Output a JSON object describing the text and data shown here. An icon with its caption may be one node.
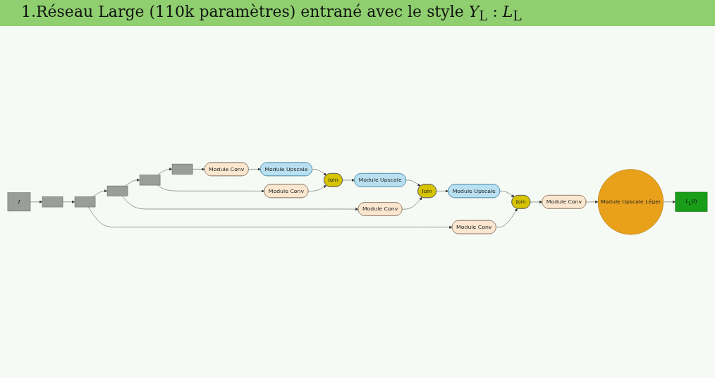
{
  "diagram": {
    "title": "1.Réseau Large (110k paramètres) entrané avec le style *Y*$_{L}$ : *L*$_{L}$",
    "nodes": [
      {
        "text": [
          "*I*"
        ]
      },
      {
        "text": [],
        "shape": "bar"
      },
      {
        "text": [],
        "shape": "bar"
      },
      {
        "text": [],
        "shape": "bar"
      },
      {
        "text": [],
        "shape": "bar"
      },
      {
        "text": [],
        "shape": "bar"
      },
      {
        "text": [
          "Module Conv"
        ]
      },
      {
        "text": [
          "Module Upscale"
        ]
      },
      {
        "text": [
          "Module Conv"
        ]
      },
      {
        "text": [
          "Join"
        ]
      },
      {
        "text": [
          "Module Upscale"
        ]
      },
      {
        "text": [
          "Module Conv"
        ]
      },
      {
        "text": [
          "Join"
        ]
      },
      {
        "text": [
          "Module Upscale"
        ]
      },
      {
        "text": [
          "Module Conv"
        ]
      },
      {
        "text": [
          "Join"
        ]
      },
      {
        "text": [
          "Module Conv"
        ]
      },
      {
        "text": [
          "Module Upscale Léger"
        ]
      },
      {
        "text": [
          "*L*$_{L}$(*I*)"
        ]
      }
    ],
    "edges": [
      {
        "from": 0,
        "to": 1,
        "arrow": "to"
      },
      {
        "from": 1,
        "to": 2,
        "arrow": "to"
      },
      {
        "from": 2,
        "to": 3,
        "arrow": "to"
      },
      {
        "from": 3,
        "to": 4,
        "arrow": "to"
      },
      {
        "from": 4,
        "to": 5,
        "arrow": "to"
      },
      {
        "from": 5,
        "to": 6,
        "arrow": "to"
      },
      {
        "from": 6,
        "to": 7,
        "arrow": "to"
      },
      {
        "from": 7,
        "to": 9,
        "arrow": "to"
      },
      {
        "from": 4,
        "to": 8,
        "arrow": "to"
      },
      {
        "from": 8,
        "to": 9,
        "arrow": "to"
      },
      {
        "from": 9,
        "to": 10,
        "arrow": "to"
      },
      {
        "from": 10,
        "to": 12,
        "arrow": "to"
      },
      {
        "from": 3,
        "to": 11,
        "arrow": "to"
      },
      {
        "from": 11,
        "to": 12,
        "arrow": "to"
      },
      {
        "from": 12,
        "to": 13,
        "arrow": "to"
      },
      {
        "from": 13,
        "to": 15,
        "arrow": "to"
      },
      {
        "from": 2,
        "to": 14,
        "arrow": "to"
      },
      {
        "from": 14,
        "to": 15,
        "arrow": "to"
      },
      {
        "from": 15,
        "to": 16,
        "arrow": "to"
      },
      {
        "from": 16,
        "to": 17,
        "arrow": "to"
      },
      {
        "from": 17,
        "to": 18,
        "arrow": "to"
      }
    ]
  }
}
